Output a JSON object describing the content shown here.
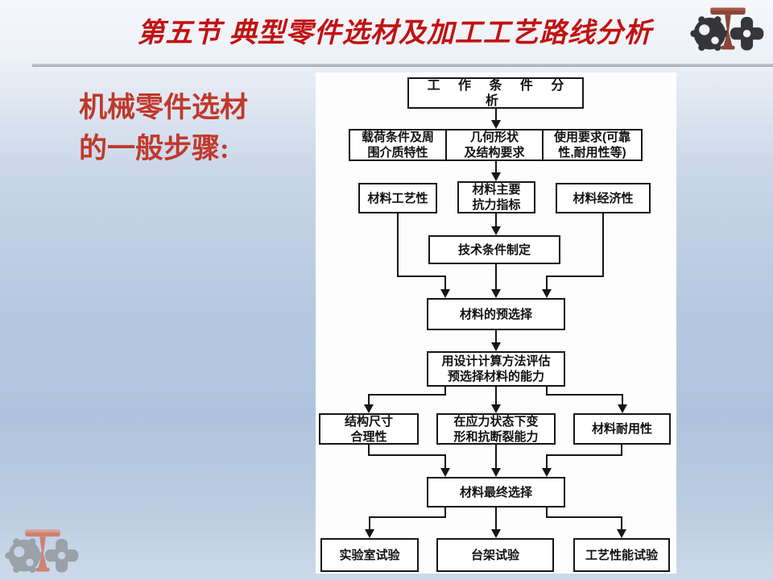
{
  "slide": {
    "title": "第五节 典型零件选材及加工工艺路线分析",
    "heading": "机械零件选材\n的一般步骤:",
    "colors": {
      "title_red": "#c21212",
      "heading_red": "#c0392b",
      "flowchart_line": "#161616",
      "panel_white": "#fdfdfd",
      "background_blue": "#b5c9e1",
      "logo_gear_dark": "#35353a",
      "logo_gear_gray": "#9ba1a8",
      "logo_tbeam_dark_copper": "#8c4638",
      "logo_tbeam_salmon": "#cd8273"
    }
  },
  "flowchart": {
    "nodes": [
      {
        "id": "work-analysis",
        "label": "工 作 条 件 分 析"
      },
      {
        "id": "load-conditions",
        "label": "载荷条件及周\n围介质特性"
      },
      {
        "id": "geometry-structure",
        "label": "几何形状\n及结构要求"
      },
      {
        "id": "usage-requirements",
        "label": "使用要求(可靠\n性,耐用性等)"
      },
      {
        "id": "process-property",
        "label": "材料工艺性"
      },
      {
        "id": "strength-index",
        "label": "材料主要\n抗力指标"
      },
      {
        "id": "economy",
        "label": "材料经济性"
      },
      {
        "id": "tech-conditions",
        "label": "技术条件制定"
      },
      {
        "id": "preselect",
        "label": "材料的预选择"
      },
      {
        "id": "evaluate",
        "label": "用设计计算方法评估\n预选择材料的能力"
      },
      {
        "id": "structure-size",
        "label": "结构尺寸\n合理性"
      },
      {
        "id": "deform-resist",
        "label": "在应力状态下变\n形和抗断裂能力"
      },
      {
        "id": "durability",
        "label": "材料耐用性"
      },
      {
        "id": "final-select",
        "label": "材料最终选择"
      },
      {
        "id": "lab-test",
        "label": "实验室试验"
      },
      {
        "id": "bench-test",
        "label": "台架试验"
      },
      {
        "id": "process-test",
        "label": "工艺性能试验"
      }
    ],
    "edges": [
      [
        "work-analysis",
        "factors-row"
      ],
      [
        "factors-row",
        "strength-index"
      ],
      [
        "strength-index",
        "tech-conditions"
      ],
      [
        "tech-conditions",
        "preselect"
      ],
      [
        "process-property",
        "preselect"
      ],
      [
        "economy",
        "preselect"
      ],
      [
        "preselect",
        "evaluate"
      ],
      [
        "evaluate",
        "structure-size"
      ],
      [
        "evaluate",
        "deform-resist"
      ],
      [
        "evaluate",
        "durability"
      ],
      [
        "structure-size",
        "final-select"
      ],
      [
        "deform-resist",
        "final-select"
      ],
      [
        "durability",
        "final-select"
      ],
      [
        "final-select",
        "lab-test"
      ],
      [
        "final-select",
        "bench-test"
      ],
      [
        "final-select",
        "process-test"
      ]
    ]
  },
  "logos": {
    "top_right": "gears-tbeam-logo",
    "bottom_left": "gears-tbeam-logo"
  }
}
